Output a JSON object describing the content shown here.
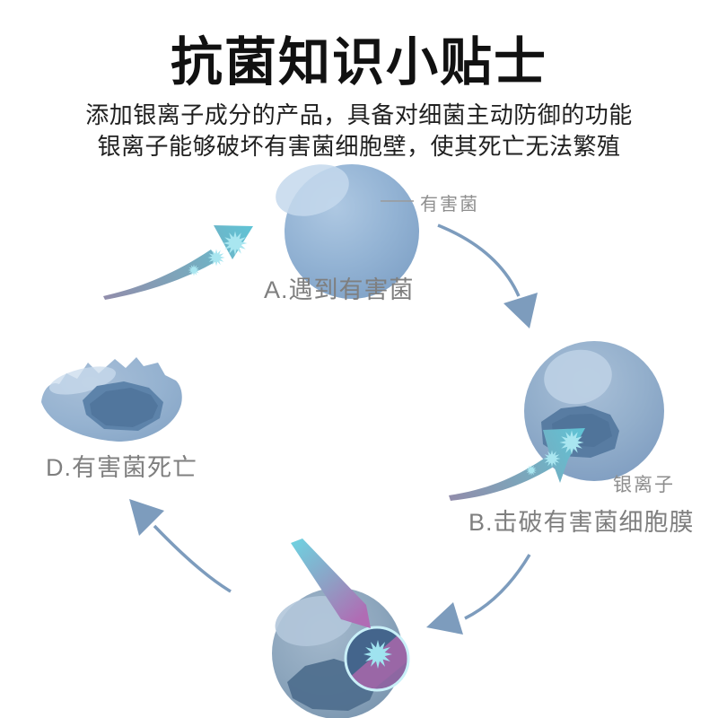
{
  "header": {
    "title": "抗菌知识小贴士",
    "subtitle_line1": "添加银离子成分的产品，具备对细菌主动防御的功能",
    "subtitle_line2": "银离子能够破坏有害菌细胞壁，使其死亡无法繁殖"
  },
  "diagram": {
    "stages": {
      "a": {
        "label": "A.遇到有害菌"
      },
      "b": {
        "label": "B.击破有害菌细胞膜"
      },
      "d": {
        "label": "D.有害菌死亡"
      }
    },
    "callouts": {
      "harmful_bacteria": "有害菌",
      "silver_ion": "银离子"
    },
    "icons": {
      "silver_ion_icon": "starburst",
      "flow_arrow_icon": "curved-arrow",
      "ion_stream_icon": "gradient-swoosh-arrow",
      "spike_icon": "piercing-shard"
    },
    "colors": {
      "sphere_main": "#8fb0d2",
      "sphere_highlight": "#c4d8ec",
      "sphere_gray": "#8aa6c2",
      "membrane_dark": "#587ca2",
      "flow_arrow": "#7d9cbd",
      "ion_swoosh_start": "#918dab",
      "ion_swoosh_end": "#5fc4d6",
      "ion_star": "#a9e6f0",
      "breach_purple": "#9a67a6",
      "breach_band_blue": "#3c5f88",
      "label_gray": "#7f7f7f",
      "callout_gray": "#8e8e8e",
      "title_black": "#111111"
    }
  }
}
